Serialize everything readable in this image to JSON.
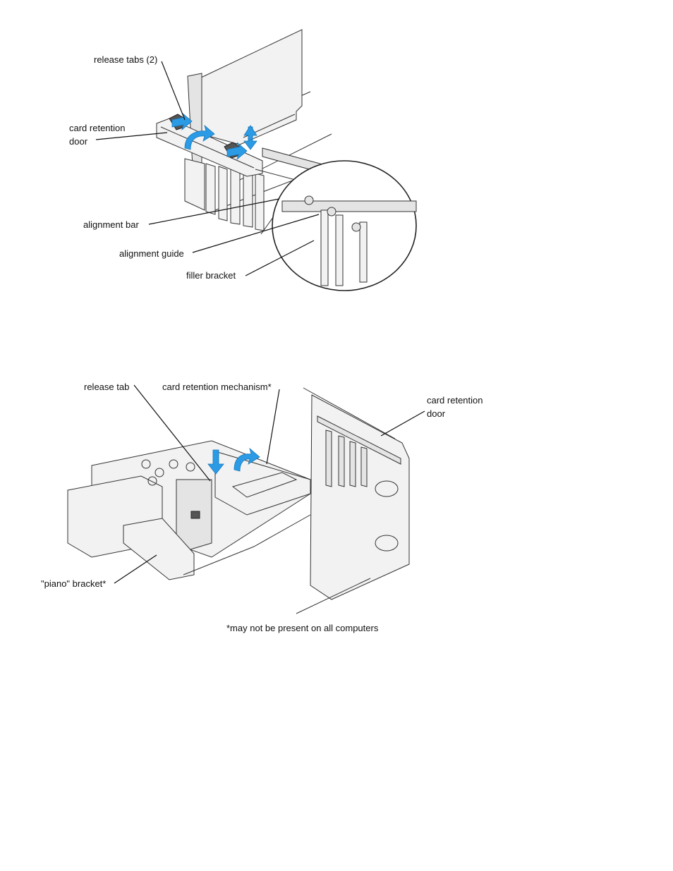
{
  "figure1": {
    "labels": {
      "release_tabs": "release tabs (2)",
      "card_retention_door_1": "card retention",
      "card_retention_door_2": "door",
      "alignment_bar": "alignment bar",
      "alignment_guide": "alignment guide",
      "filler_bracket": "filler bracket"
    }
  },
  "figure2": {
    "labels": {
      "release_tab": "release tab",
      "card_retention_mechanism": "card retention mechanism*",
      "card_retention_door_1": "card retention",
      "card_retention_door_2": "door",
      "piano_bracket": "\"piano\" bracket*"
    },
    "footnote": "*may not be present on all computers"
  },
  "colors": {
    "arrow": "#2b9be6",
    "line": "#111111"
  }
}
